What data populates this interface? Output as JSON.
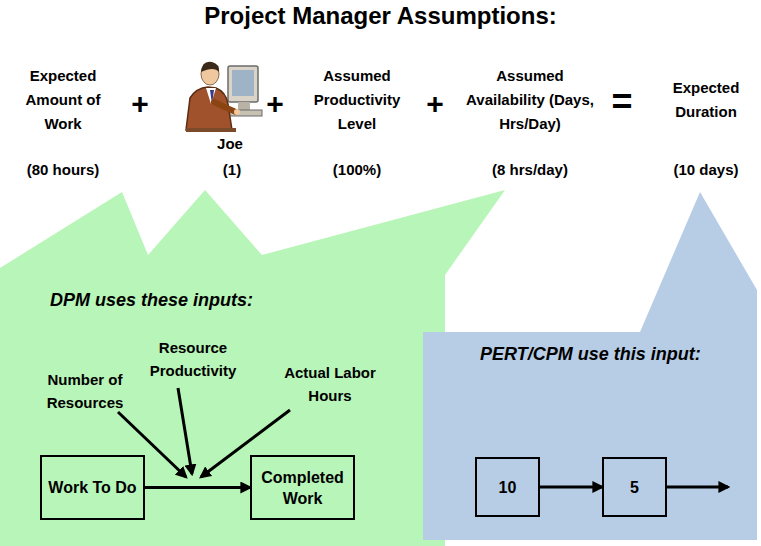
{
  "diagram": {
    "title": "Project Manager Assumptions:",
    "nodes": [
      {
        "text": [
          "DPM uses these inputs:"
        ]
      },
      {
        "text": [
          "Work To Do"
        ],
        "in": 0
      },
      {
        "text": [
          "Completed Work"
        ],
        "in": 0
      },
      {
        "text": [
          "PERT/CPM use this input:"
        ]
      },
      {
        "text": [
          "10"
        ],
        "in": 3
      },
      {
        "text": [
          "5"
        ],
        "in": 3
      }
    ],
    "edges": [
      {
        "from": 1,
        "to": 2,
        "arrow": "to"
      },
      {
        "from": 4,
        "to": 5,
        "arrow": "to"
      }
    ],
    "labels": [
      "Expected Amount of Work",
      "(80 hours)",
      "+",
      "Joe",
      "(1)",
      "+",
      "Assumed Productivity Level",
      "(100%)",
      "+",
      "Assumed Availability (Days, Hrs/Day)",
      "(8 hrs/day)",
      "=",
      "Expected Duration",
      "(10 days)",
      "Number of Resources",
      "Resource Productivity",
      "Actual Labor Hours"
    ]
  }
}
